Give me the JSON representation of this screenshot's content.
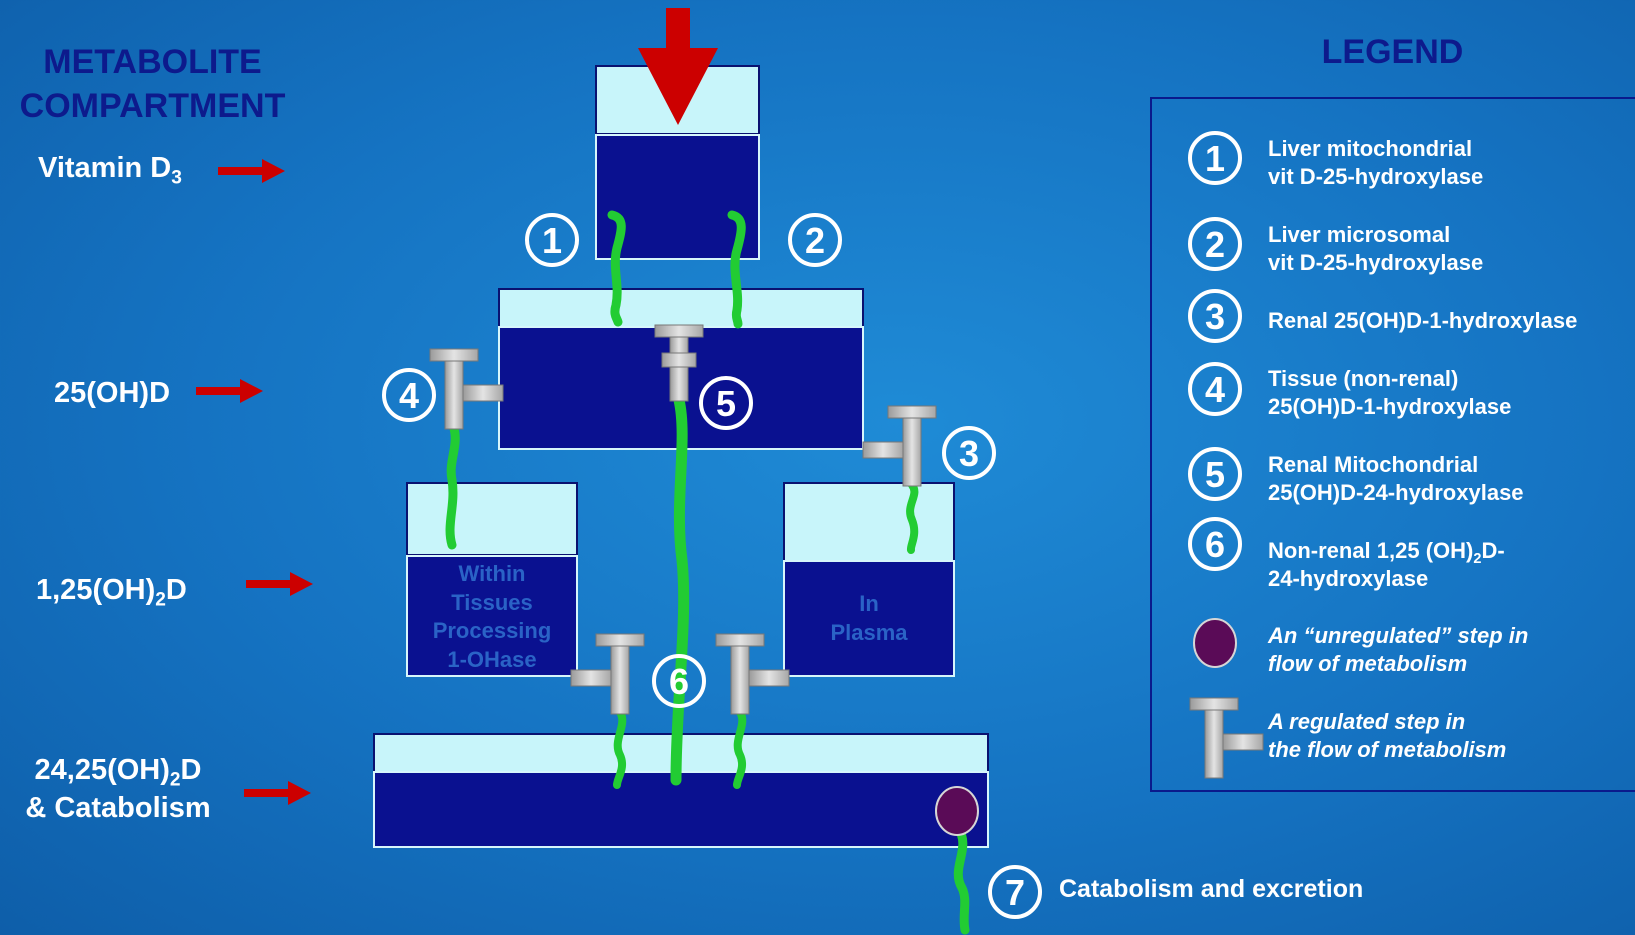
{
  "compartment_title_line1": "METABOLITE",
  "compartment_title_line2": "COMPARTMENT",
  "legend_title": "LEGEND",
  "metabolites": {
    "vitd3": {
      "text": "Vitamin D",
      "sub": "3"
    },
    "oh25": {
      "text": "25(OH)D"
    },
    "oh125": {
      "pre": "1,25(OH)",
      "sub": "2",
      "post": "D"
    },
    "oh2425": {
      "pre": "24,25(OH)",
      "sub": "2",
      "post": "D",
      "line2": "& Catabolism"
    }
  },
  "tanks": {
    "within_tissues": [
      "Within",
      "Tissues",
      "Processing",
      "1-OHase"
    ],
    "in_plasma": [
      "In",
      "Plasma"
    ]
  },
  "steps": [
    "1",
    "2",
    "3",
    "4",
    "5",
    "6",
    "7"
  ],
  "legend": [
    {
      "num": "1",
      "line1": "Liver mitochondrial",
      "line2": "vit D-25-hydroxylase"
    },
    {
      "num": "2",
      "line1": "Liver microsomal",
      "line2": "vit D-25-hydroxylase"
    },
    {
      "num": "3",
      "line1": "Renal 25(OH)D-1-hydroxylase"
    },
    {
      "num": "4",
      "line1": "Tissue (non-renal)",
      "line2": "25(OH)D-1-hydroxylase"
    },
    {
      "num": "5",
      "line1": "Renal Mitochondrial",
      "line2": "25(OH)D-24-hydroxylase"
    },
    {
      "num": "6",
      "line1_pre": "Non-renal 1,25 (OH)",
      "line1_sub": "2",
      "line1_post": "D-",
      "line2": "24-hydroxylase"
    }
  ],
  "legend_unregulated": {
    "line1": "An “unregulated” step in",
    "line2": "flow of metabolism",
    "icon": "purple-circle-icon"
  },
  "legend_regulated": {
    "line1": "A regulated step in",
    "line2": "the flow of metabolism",
    "icon": "valve-tap-icon"
  },
  "catabolism_label": "Catabolism and excretion",
  "colors": {
    "navy": "#0a1190",
    "light_cyan": "#c8f5fa",
    "red_arrow": "#cc0000",
    "green_flow": "#22cc33",
    "valve_gray": "#bdbdbd",
    "unregulated_purple": "#5a0b57",
    "title_navy": "#0d1a8c"
  }
}
